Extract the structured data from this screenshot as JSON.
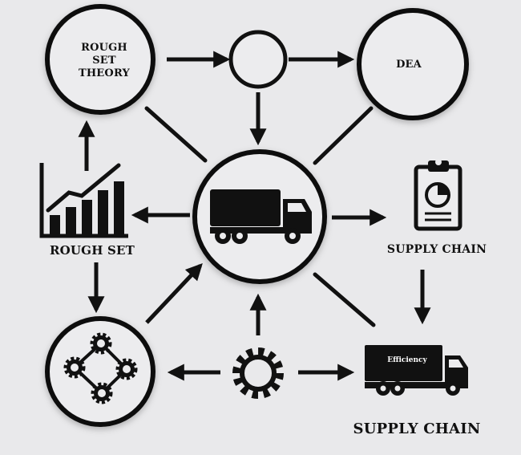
{
  "nodes": {
    "rough_set_theory": {
      "label_lines": [
        "ROUGH",
        "SET",
        "THEORY"
      ]
    },
    "dea": {
      "label": "DEA"
    },
    "rough_set": {
      "label": "ROUGH SET"
    },
    "supply_chain_top": {
      "label": "SUPPLY CHAIN"
    },
    "supply_chain_bottom": {
      "label": "SUPPLY CHAIN"
    },
    "efficiency_truck": {
      "label": "Efficiency"
    }
  },
  "icons": [
    "truck-icon",
    "bar-chart-icon",
    "clipboard-icon",
    "gear-network-icon",
    "gear-icon",
    "efficiency-truck-icon"
  ],
  "colors": {
    "background": "#e9e9eb",
    "ink": "#111111"
  }
}
